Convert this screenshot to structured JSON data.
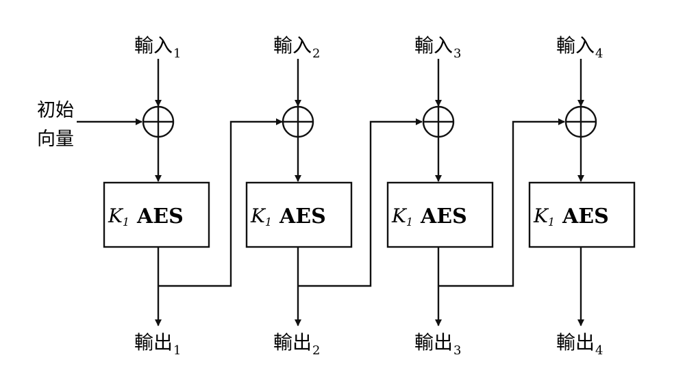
{
  "diagram": {
    "initial_vector": {
      "line1": "初始",
      "line2": "向量"
    },
    "blocks": [
      {
        "input_text": "輸入",
        "input_sub": "1",
        "output_text": "輸出",
        "output_sub": "1",
        "key": "K",
        "key_sub": "1",
        "cipher": "AES"
      },
      {
        "input_text": "輸入",
        "input_sub": "2",
        "output_text": "輸出",
        "output_sub": "2",
        "key": "K",
        "key_sub": "1",
        "cipher": "AES"
      },
      {
        "input_text": "輸入",
        "input_sub": "3",
        "output_text": "輸出",
        "output_sub": "3",
        "key": "K",
        "key_sub": "1",
        "cipher": "AES"
      },
      {
        "input_text": "輸入",
        "input_sub": "4",
        "output_text": "輸出",
        "output_sub": "4",
        "key": "K",
        "key_sub": "1",
        "cipher": "AES"
      }
    ]
  }
}
